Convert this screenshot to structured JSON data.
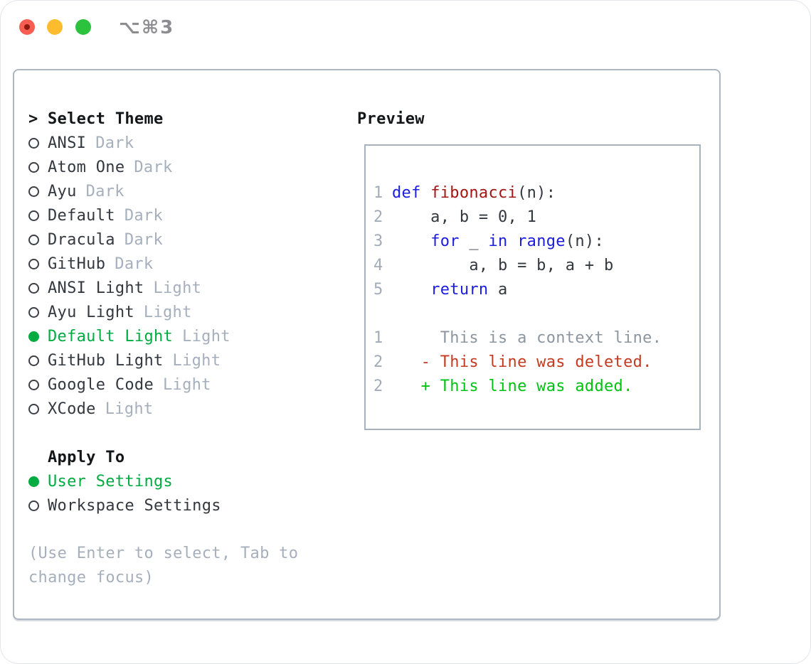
{
  "window": {
    "shortcut_label": "⌥⌘3",
    "traffic_lights": {
      "close": "red",
      "minimize": "yellow",
      "zoom": "green"
    }
  },
  "theme_list": {
    "prompt": ">",
    "header": "Select Theme",
    "items": [
      {
        "name": "ANSI",
        "variant": "Dark",
        "selected": false
      },
      {
        "name": "Atom One",
        "variant": "Dark",
        "selected": false
      },
      {
        "name": "Ayu",
        "variant": "Dark",
        "selected": false
      },
      {
        "name": "Default",
        "variant": "Dark",
        "selected": false
      },
      {
        "name": "Dracula",
        "variant": "Dark",
        "selected": false
      },
      {
        "name": "GitHub",
        "variant": "Dark",
        "selected": false
      },
      {
        "name": "ANSI Light",
        "variant": "Light",
        "selected": false
      },
      {
        "name": "Ayu Light",
        "variant": "Light",
        "selected": false
      },
      {
        "name": "Default Light",
        "variant": "Light",
        "selected": true
      },
      {
        "name": "GitHub Light",
        "variant": "Light",
        "selected": false
      },
      {
        "name": "Google Code",
        "variant": "Light",
        "selected": false
      },
      {
        "name": "XCode",
        "variant": "Light",
        "selected": false
      }
    ]
  },
  "apply_to": {
    "header": "Apply To",
    "options": [
      {
        "name": "User Settings",
        "selected": true
      },
      {
        "name": "Workspace Settings",
        "selected": false
      }
    ]
  },
  "help": {
    "line1": "(Use Enter to select, Tab to",
    "line2": "change focus)"
  },
  "preview": {
    "header": "Preview",
    "lines": [
      {
        "num": "",
        "tokens": []
      },
      {
        "num": "1",
        "tokens": [
          [
            "kw",
            "def "
          ],
          [
            "fn",
            "fibonacci"
          ],
          [
            "pl",
            "(n):"
          ]
        ]
      },
      {
        "num": "2",
        "tokens": [
          [
            "pl",
            "    a, b = 0, 1"
          ]
        ]
      },
      {
        "num": "3",
        "tokens": [
          [
            "pl",
            "    "
          ],
          [
            "kw",
            "for"
          ],
          [
            "pl",
            " _ "
          ],
          [
            "kw",
            "in"
          ],
          [
            "pl",
            " "
          ],
          [
            "kw",
            "range"
          ],
          [
            "pl",
            "(n):"
          ]
        ]
      },
      {
        "num": "4",
        "tokens": [
          [
            "pl",
            "        a, b = b, a + b"
          ]
        ]
      },
      {
        "num": "5",
        "tokens": [
          [
            "pl",
            "    "
          ],
          [
            "kw",
            "return"
          ],
          [
            "pl",
            " a"
          ]
        ]
      },
      {
        "num": "",
        "tokens": []
      },
      {
        "num": "1",
        "tokens": [
          [
            "ctx",
            "     This is a context line."
          ]
        ]
      },
      {
        "num": "2",
        "tokens": [
          [
            "del",
            "   - This line was deleted."
          ]
        ]
      },
      {
        "num": "2",
        "tokens": [
          [
            "add",
            "   + This line was added."
          ]
        ]
      }
    ]
  },
  "colors": {
    "keyword_blue": "#1c1ce0",
    "function_red": "#a31515",
    "deleted_red": "#c43b20",
    "added_green": "#00c213",
    "selected_green": "#00ab41",
    "muted_gray": "#a6afbc",
    "context_gray": "#8d969f",
    "line_number_gray": "#a2acb9",
    "text_dark": "#33383f",
    "panel_border_gray": "#aeb7c1",
    "traffic_red": "#f85d51",
    "traffic_yellow": "#fdbc2e",
    "traffic_green": "#2bc23e"
  }
}
